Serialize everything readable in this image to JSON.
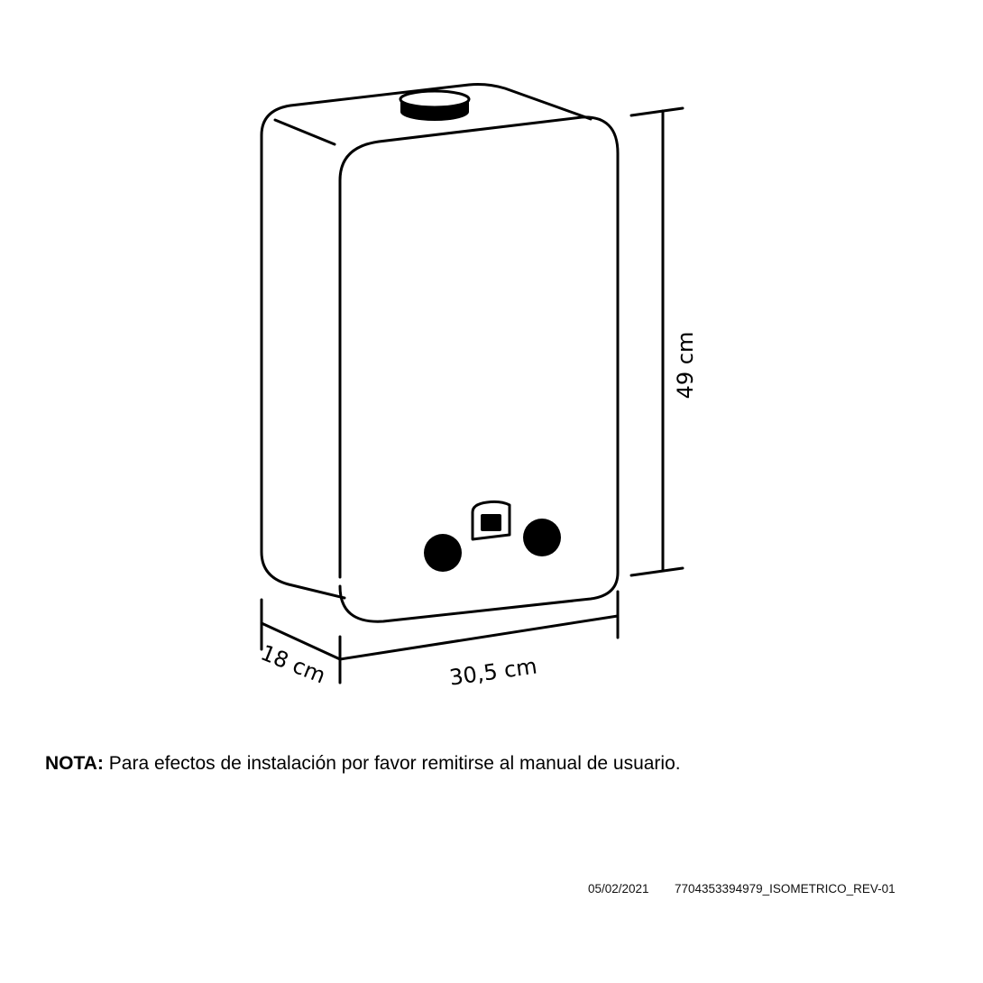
{
  "dimensions": {
    "height": "49 cm",
    "width": "30,5 cm",
    "depth": "18 cm"
  },
  "note": {
    "label": "NOTA:",
    "text": " Para efectos de instalación por favor remitirse al manual de usuario."
  },
  "footer": {
    "date": "05/02/2021",
    "document_code": "7704353394979_ISOMETRICO_REV-01"
  }
}
